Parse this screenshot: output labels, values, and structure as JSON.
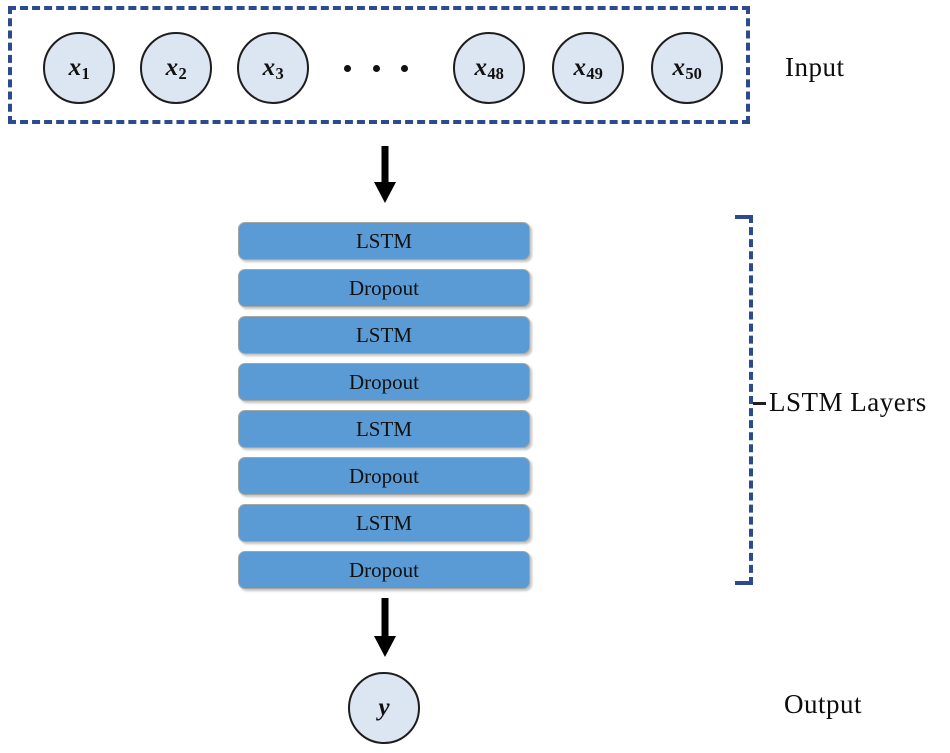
{
  "diagram": {
    "title": "LSTM network architecture diagram",
    "colors": {
      "dashed_border": "#2c4b8e",
      "node_fill": "#dce5f2",
      "node_stroke": "#1d1d1d",
      "layer_fill": "#5b9bd5",
      "layer_stroke": "#a6a6a0",
      "arrow": "#000000",
      "text": "#0d0d0d",
      "background": "#ffffff"
    }
  },
  "input": {
    "label": "Input",
    "ellipsis": "...",
    "nodes": [
      {
        "base": "x",
        "sub": "1",
        "name": "input-node-x1"
      },
      {
        "base": "x",
        "sub": "2",
        "name": "input-node-x2"
      },
      {
        "base": "x",
        "sub": "3",
        "name": "input-node-x3"
      },
      {
        "base": "x",
        "sub": "48",
        "name": "input-node-x48"
      },
      {
        "base": "x",
        "sub": "49",
        "name": "input-node-x49"
      },
      {
        "base": "x",
        "sub": "50",
        "name": "input-node-x50"
      }
    ]
  },
  "layers": {
    "label": "LSTM Layers",
    "blocks": [
      {
        "label": "LSTM"
      },
      {
        "label": "Dropout"
      },
      {
        "label": "LSTM"
      },
      {
        "label": "Dropout"
      },
      {
        "label": "LSTM"
      },
      {
        "label": "Dropout"
      },
      {
        "label": "LSTM"
      },
      {
        "label": "Dropout"
      }
    ]
  },
  "output": {
    "label": "Output",
    "node": {
      "base": "y",
      "sub": ""
    }
  },
  "arrows": [
    {
      "name": "arrow-input-to-layers",
      "from": "input",
      "to": "lstm-layers"
    },
    {
      "name": "arrow-layers-to-output",
      "from": "lstm-layers",
      "to": "output"
    }
  ]
}
